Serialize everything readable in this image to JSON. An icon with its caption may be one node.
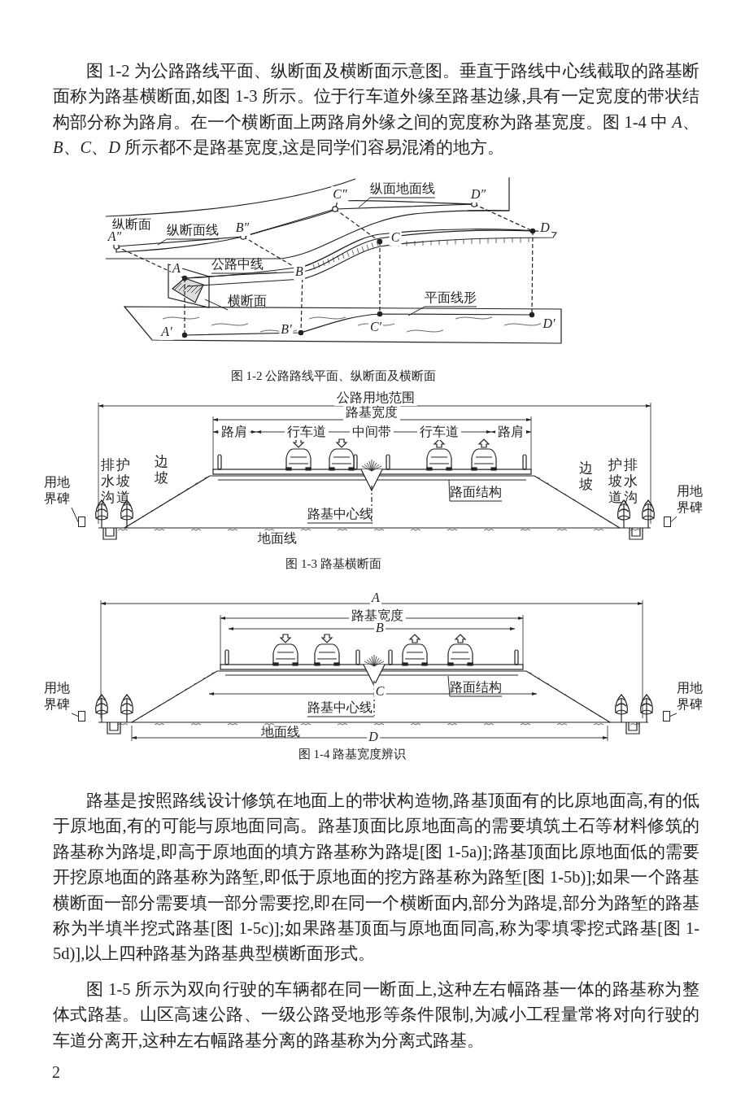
{
  "diagram": {
    "nodes": [
      {
        "text": [
          "纵面地面线"
        ]
      },
      {
        "text": [
          "纵断面线"
        ]
      },
      {
        "text": [
          "公路中线"
        ]
      },
      {
        "text": [
          "横断面"
        ]
      },
      {
        "text": [
          "平面线形"
        ]
      },
      {
        "text": [
          "路面结构"
        ]
      },
      {
        "text": [
          "路基中心线"
        ]
      },
      {
        "text": [
          "用地界碑"
        ]
      },
      {
        "text": [
          "用地界碑"
        ]
      },
      {
        "text": [
          "路面结构"
        ]
      },
      {
        "text": [
          "路基中心线"
        ]
      },
      {
        "text": [
          "用地界碑"
        ]
      },
      {
        "text": [
          "用地界碑"
        ]
      },
      {
        "text": [],
        "shape": "box"
      },
      {
        "text": [],
        "shape": "box"
      },
      {
        "text": [],
        "shape": "box"
      },
      {
        "text": [],
        "shape": "box"
      }
    ],
    "edges": [
      {
        "from": 0,
        "to": null,
        "arrow": "none"
      },
      {
        "from": 1,
        "to": null,
        "arrow": "none"
      },
      {
        "from": 2,
        "to": null,
        "arrow": "none"
      },
      {
        "from": 3,
        "to": null,
        "arrow": "none"
      },
      {
        "from": 4,
        "to": null,
        "arrow": "none"
      },
      {
        "from": 5,
        "to": null,
        "arrow": "none"
      },
      {
        "from": 6,
        "to": null,
        "arrow": "none"
      },
      {
        "from": 7,
        "to": 13,
        "arrow": "none"
      },
      {
        "from": 8,
        "to": 14,
        "arrow": "none"
      },
      {
        "from": 9,
        "to": null,
        "arrow": "none"
      },
      {
        "from": 10,
        "to": null,
        "arrow": "none"
      },
      {
        "from": 11,
        "to": 15,
        "arrow": "none"
      },
      {
        "from": 12,
        "to": 16,
        "arrow": "none"
      }
    ],
    "labels": [
      "图 1-2 为公路路线平面、纵断面及横断面示意图。垂直于路线中心线截取的路基断面称为路基横断面,如图 1-3 所示。位于行车道外缘至路基边缘,具有一定宽度的带状结构部分称为路肩。在一个横断面上两路肩外缘之间的宽度称为路基宽度。图 1-4 中 *A*、*B*、*C*、*D* 所示都不是路基宽度,这是同学们容易混淆的地方。",
      "C″",
      "D″",
      "纵断面",
      "A″",
      "B″",
      "C",
      "D",
      "A",
      "B",
      "A′",
      "B′",
      "C′",
      "D′",
      "图 1-2 公路路线平面、纵断面及横断面",
      "公路用地范围",
      "路基宽度",
      "路肩",
      "行车道",
      "中间带",
      "行车道",
      "路肩",
      "排水沟",
      "护坡道",
      "边坡",
      "边坡",
      "护坡道",
      "排水沟",
      "地面线",
      "图 1-3 路基横断面",
      "A",
      "路基宽度",
      "B",
      "C",
      "D",
      "地面线",
      "图 1-4 路基宽度辨识",
      "路基是按照路线设计修筑在地面上的带状构造物,路基顶面有的比原地面高,有的低于原地面,有的可能与原地面同高。路基顶面比原地面高的需要填筑土石等材料修筑的路基称为路堤,即高于原地面的填方路基称为路堤[图 1-5a)];路基顶面比原地面低的需要开挖原地面的路基称为路堑,即低于原地面的挖方路基称为路堑[图 1-5b)];如果一个路基横断面一部分需要填一部分需要挖,即在同一个横断面内,部分为路堤,部分为路堑的路基称为半填半挖式路基[图 1-5c)];如果路基顶面与原地面同高,称为零填零挖式路基[图 1-5d)],以上四种路基为路基典型横断面形式。",
      "图 1-5 所示为双向行驶的车辆都在同一断面上,这种左右幅路基一体的路基称为整体式路基。山区高速公路、一级公路受地形等条件限制,为减小工程量常将对向行驶的车道分离开,这种左右幅路基分离的路基称为分离式路基。",
      "2"
    ]
  }
}
